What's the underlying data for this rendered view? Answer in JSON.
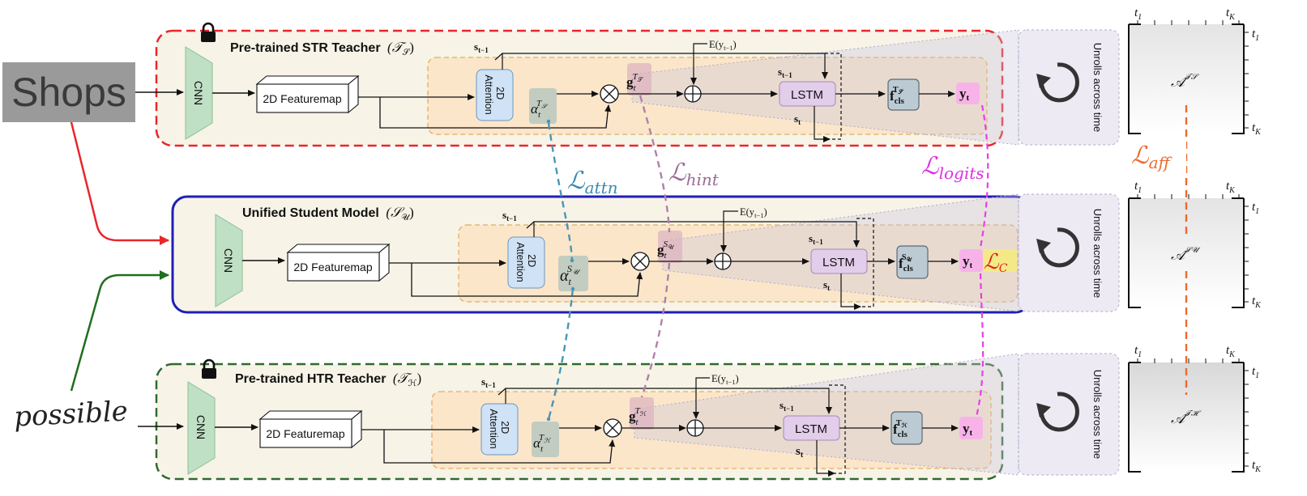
{
  "teachers": {
    "str": {
      "title": "Pre-trained STR Teacher",
      "symbol": "(𝒯",
      "symbol_sub": "𝒮",
      "symbol_close": ")"
    },
    "student": {
      "title": "Unified Student Model",
      "symbol": "(𝒮",
      "symbol_sub": "𝒰",
      "symbol_close": ")"
    },
    "htr": {
      "title": "Pre-trained HTR Teacher",
      "symbol": "(𝒯",
      "symbol_sub": "ℋ",
      "symbol_close": ")"
    }
  },
  "inputs": {
    "str_word": "Shops",
    "htr_word": "possible"
  },
  "blocks": {
    "cnn": "CNN",
    "featuremap": "2D Featuremap",
    "attention_line1": "2D",
    "attention_line2": "Attention",
    "lstm": "LSTM",
    "embed": "E(y",
    "embed_sub": "t−1",
    "embed_close": ")",
    "s_prev": "s",
    "s_prev_sub": "t−1",
    "s_cur": "s",
    "s_cur_sub": "t",
    "alpha": "α",
    "alpha_sub": "t",
    "g": "g",
    "g_sub": "t",
    "f": "f",
    "f_sub": "cls",
    "y": "y",
    "y_sub": "t",
    "sup_T": "T",
    "sup_S": "S",
    "sup_S_cal": "𝒮",
    "sup_U_cal": "𝒰",
    "sup_H_cal": "ℋ",
    "unroll": "Unrolls across time"
  },
  "losses": {
    "attn_base": "ℒ",
    "attn_sub": "attn",
    "hint_base": "ℒ",
    "hint_sub": "hint",
    "logits_base": "ℒ",
    "logits_sub": "logits",
    "aff_base": "ℒ",
    "aff_sub": "aff",
    "c_base": "ℒ",
    "c_sub": "C"
  },
  "affinity": {
    "t1": "t",
    "t1_sub": "1",
    "tK": "t",
    "tK_sub": "K",
    "A": "𝒜",
    "sup_TS": "𝒯𝒮",
    "sup_SU": "𝒮𝒰",
    "sup_TH": "𝒯ℋ"
  },
  "colors": {
    "str_border": "#e8262b",
    "student_border": "#1f1fb8",
    "htr_border": "#2f6a2f",
    "panel_fill": "#f7f3e7",
    "decoder_fill": "#fbe3c4",
    "decoder_border": "#e0b060",
    "cnn_fill": "#bfe0c4",
    "attention_fill": "#cfe2f6",
    "lstm_fill": "#e2cdea",
    "cls_fill": "#bccbd3",
    "y_fill": "#f7b3e8",
    "attn_loss": "#4a95b5",
    "hint_loss": "#b081a8",
    "logits_loss": "#e93ee9",
    "aff_loss": "#ec6a2e",
    "c_loss": "#e02020"
  }
}
